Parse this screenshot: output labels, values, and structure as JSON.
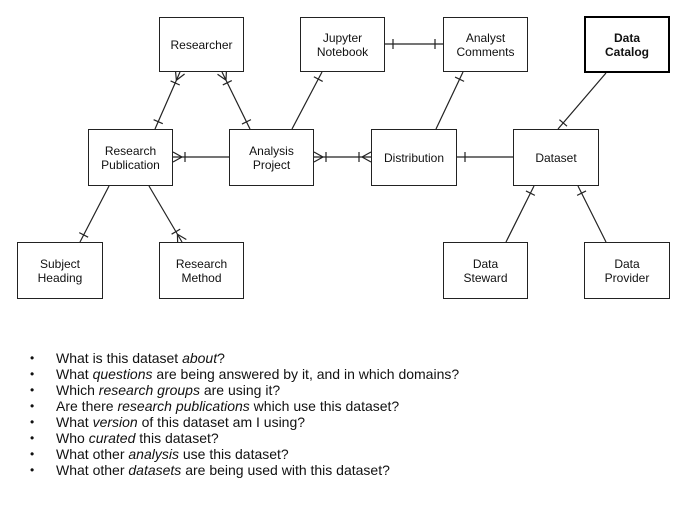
{
  "entities": {
    "researcher": "Researcher",
    "jupyter_notebook": "Jupyter\nNotebook",
    "analyst_comments": "Analyst\nComments",
    "data_catalog": "Data\nCatalog",
    "research_publication": "Research\nPublication",
    "analysis_project": "Analysis\nProject",
    "distribution": "Distribution",
    "dataset": "Dataset",
    "subject_heading": "Subject\nHeading",
    "research_method": "Research\nMethod",
    "data_steward": "Data\nSteward",
    "data_provider": "Data\nProvider"
  },
  "questions": [
    [
      {
        "t": "What is this dataset "
      },
      {
        "t": "about",
        "i": true
      },
      {
        "t": "?"
      }
    ],
    [
      {
        "t": "What "
      },
      {
        "t": "questions",
        "i": true
      },
      {
        "t": " are being answered by it, and in which domains?"
      }
    ],
    [
      {
        "t": "Which "
      },
      {
        "t": "research groups",
        "i": true
      },
      {
        "t": " are using it?"
      }
    ],
    [
      {
        "t": "Are there "
      },
      {
        "t": "research publications",
        "i": true
      },
      {
        "t": " which use this dataset?"
      }
    ],
    [
      {
        "t": "What "
      },
      {
        "t": "version",
        "i": true
      },
      {
        "t": " of this dataset am I using?"
      }
    ],
    [
      {
        "t": "Who "
      },
      {
        "t": "curated",
        "i": true
      },
      {
        "t": " this dataset?"
      }
    ],
    [
      {
        "t": "What other "
      },
      {
        "t": "analysis",
        "i": true
      },
      {
        "t": " use this dataset?"
      }
    ],
    [
      {
        "t": "What other "
      },
      {
        "t": "datasets",
        "i": true
      },
      {
        "t": " are being used with this dataset?"
      }
    ]
  ]
}
